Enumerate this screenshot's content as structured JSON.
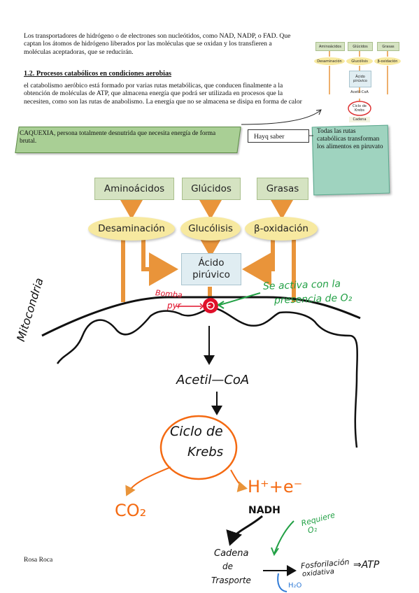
{
  "intro_paragraph": "Los transportadores de hidrógeno o de electrones son nucleótidos, como NAD, NADP, o FAD. Que captan los átomos de hidrógeno liberados por las moléculas que se oxidan y los transfieren a moléculas aceptadoras, que se reducirán.",
  "section_heading": "1.2. Procesos catabólicos en condiciones aerobias",
  "section_paragraph": "el catabolismo aeróbico está formado por varias rutas metabólicas, que conducen finalmente a la obtención de moléculas de ATP, que almacena energía que podrá ser utilizada en procesos que la necesiten, como son las rutas de anabolismo. La energía que no se almacena se disipa en forma de calor",
  "caquexia_note": "CAQUEXIA, persona totalmente desnutrida que necesita energía de forma brutal.",
  "hayq_label": "Hayq saber",
  "todas_note": "Todas las rutas catabólicas transforman los alimentos en piruvato",
  "footer_author": "Rosa Roca",
  "mini_diagram": {
    "sources": [
      "Aminoácidos",
      "Glúcidos",
      "Grasas"
    ],
    "processes": [
      "Desaminación",
      "Glucólisis",
      "β-oxidación"
    ],
    "pyruvate": "Ácido pirúvico",
    "acetyl": "Acetil-CoA",
    "krebs": "Ciclo de Krebs",
    "chain": "Cadena"
  },
  "diagram": {
    "sources": [
      "Aminoácidos",
      "Glúcidos",
      "Grasas"
    ],
    "processes": [
      "Desaminación",
      "Glucólisis",
      "β-oxidación"
    ],
    "pyruvate_line1": "Ácido",
    "pyruvate_line2": "pirúvico"
  },
  "handwriting": {
    "bomba": "Bomba",
    "pyr": "pyr",
    "activa_line1": "Se activa con la",
    "activa_line2": "presencia de O₂",
    "mitocondria": "Mitocondria",
    "acetil": "Acetil—CoA",
    "krebs_line1": "Ciclo de",
    "krebs_line2": "Krebs",
    "hplus": "H⁺+e⁻",
    "co2": "CO₂",
    "nadh": "NADH",
    "requiere_line1": "Requiere",
    "requiere_line2": "O₂",
    "cadena_line1": "Cadena",
    "cadena_line2": "de",
    "cadena_line3": "Trasporte",
    "fosfo_line1": "Fosforilación",
    "fosfo_line2": "oxidativa",
    "atp": "⇒ATP",
    "h2o": "H₂O"
  },
  "colors": {
    "source_box": "#d5e3c2",
    "process_ellipse": "#f7e9a0",
    "pyruvate_box": "#e0edf2",
    "arrow_orange": "#e9943a",
    "hand_green": "#22a045",
    "hand_red": "#e0102a",
    "hand_orange": "#f46a12",
    "caquexia_bg": "#a9cf95",
    "note_teal": "#9fd3bf"
  }
}
